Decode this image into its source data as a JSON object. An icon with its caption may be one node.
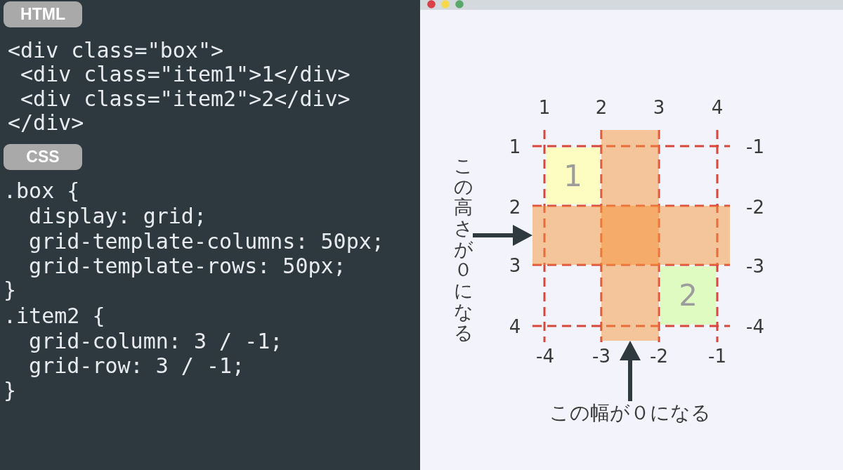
{
  "diagram": {
    "nodes": [
      {
        "text": [
          "HTML"
        ]
      },
      {
        "text": [
          "CSS"
        ]
      },
      {
        "text": [],
        "shape": "bar"
      },
      {
        "text": [
          "1"
        ]
      },
      {
        "text": [],
        "shape": "bar"
      },
      {
        "text": [
          "この高さが０になる"
        ]
      },
      {
        "text": [
          "2"
        ]
      },
      {
        "text": [
          "この幅が０になる"
        ]
      }
    ],
    "edges": [
      {
        "from": 5,
        "to": 4,
        "arrow": "to"
      },
      {
        "from": 7,
        "to": 2,
        "arrow": "to"
      }
    ],
    "labels": [
      "<div class=\"box\">",
      "<div class=\"item1\">1</div>",
      "<div class=\"item2\">2</div>",
      "</div>",
      ".box {",
      "display: grid;",
      "grid-template-columns: 50px;",
      "grid-template-rows: 50px;",
      "}",
      ".item2 {",
      "grid-column: 3 / -1;",
      "grid-row: 3 / -1;",
      "}",
      "1",
      "2",
      "3",
      "4",
      "1",
      "-1",
      "2",
      "-2",
      "3",
      "-3",
      "4",
      "-4",
      "-4",
      "-3",
      "-2",
      "-1"
    ]
  }
}
